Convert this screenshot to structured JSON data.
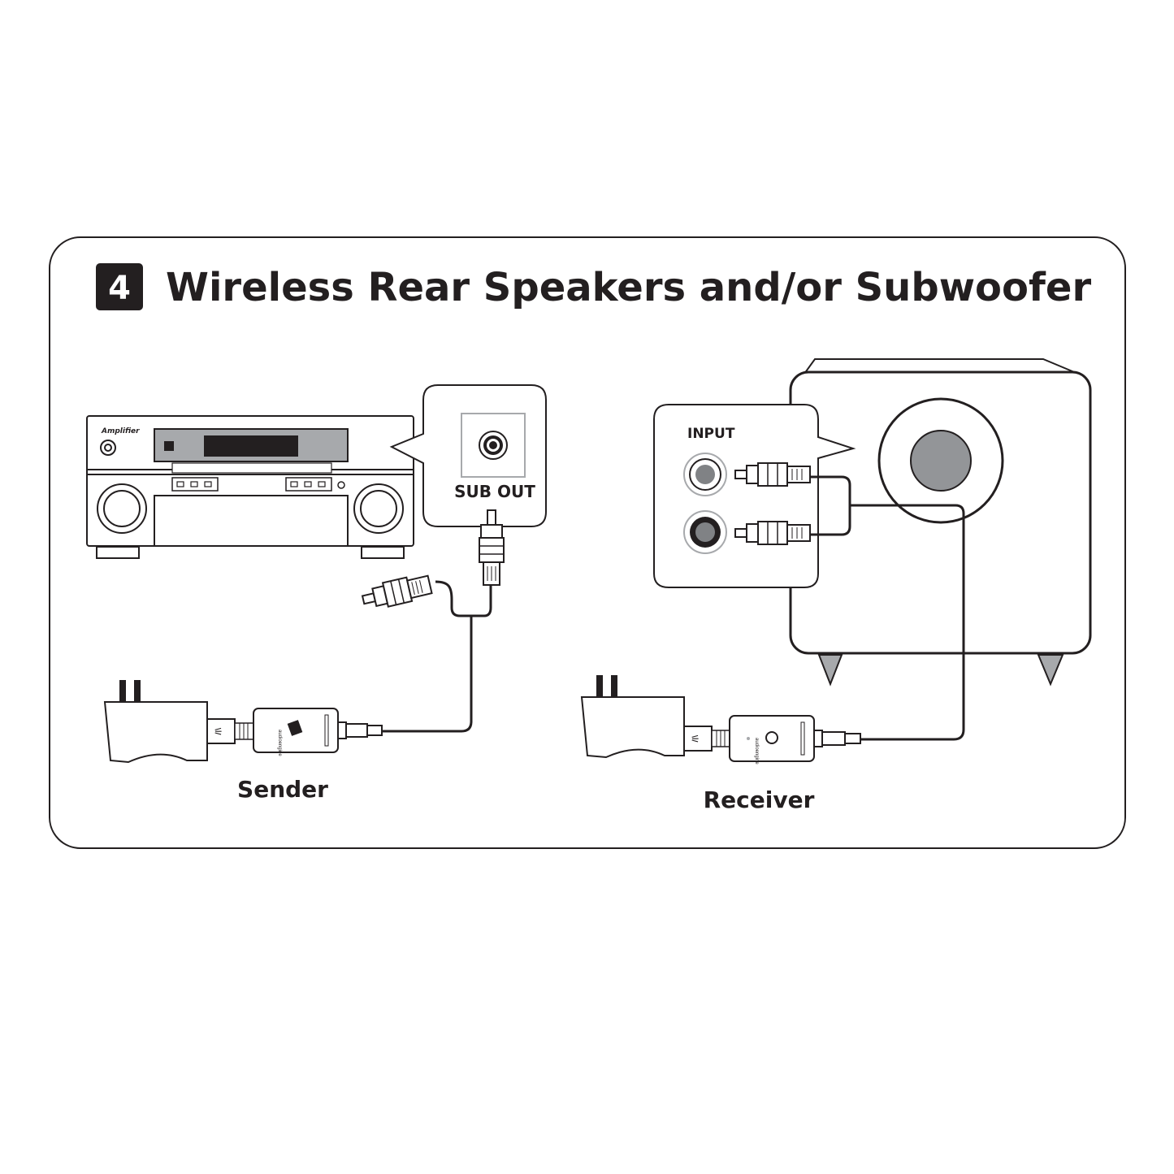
{
  "header": {
    "step_number": "4",
    "title": "Wireless Rear Speakers and/or Subwoofer"
  },
  "amplifier": {
    "brand": "Amplifier"
  },
  "callout_left": {
    "port_label": "SUB OUT"
  },
  "callout_right": {
    "port_label": "INPUT"
  },
  "captions": {
    "sender": "Sender",
    "receiver": "Receiver"
  },
  "colors": {
    "ink": "#231f20",
    "panel_grey": "#a7a9ac",
    "woofer_grey": "#939598",
    "jack_grey": "#808285"
  },
  "logo_text": "audioengine"
}
